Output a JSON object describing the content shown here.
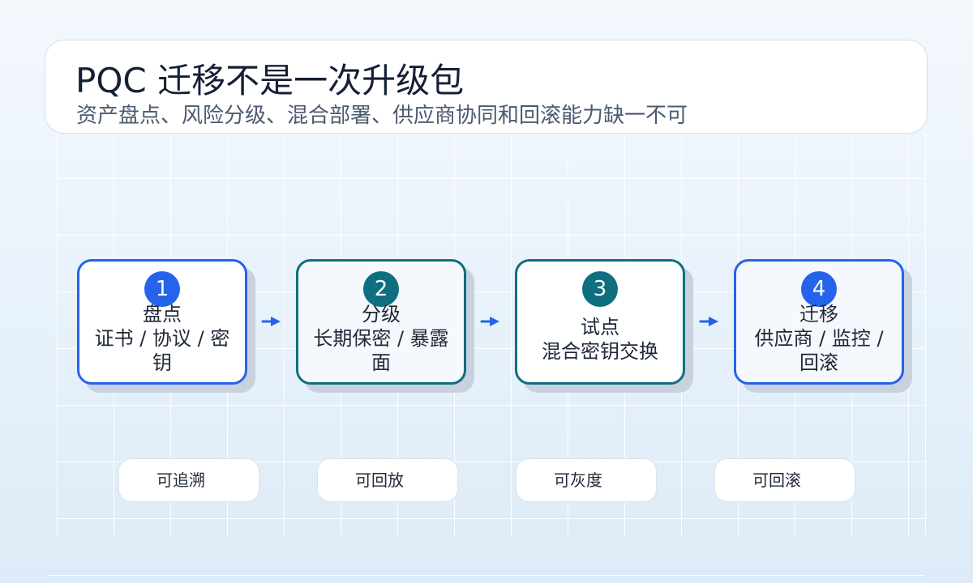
{
  "header": {
    "title": "PQC 迁移不是一次升级包",
    "subtitle": "资产盘点、风险分级、混合部署、供应商协同和回滚能力缺一不可"
  },
  "steps": [
    {
      "number": "1",
      "title": "盘点",
      "detail": "证书 / 协议 / 密钥",
      "accent": "#2563eb"
    },
    {
      "number": "2",
      "title": "分级",
      "detail": "长期保密 / 暴露面",
      "accent": "#0f6f7f"
    },
    {
      "number": "3",
      "title": "试点",
      "detail": "混合密钥交换",
      "accent": "#0f6f7f"
    },
    {
      "number": "4",
      "title": "迁移",
      "detail": "供应商 / 监控 / 回滚",
      "accent": "#2563eb"
    }
  ],
  "properties": [
    {
      "label": "可追溯"
    },
    {
      "label": "可回放"
    },
    {
      "label": "可灰度"
    },
    {
      "label": "可回滚"
    }
  ],
  "arrow_icon": "arrow-right-icon",
  "colors": {
    "primary": "#2563eb",
    "teal": "#0f6f7f",
    "shadow": "#c9d1de"
  }
}
